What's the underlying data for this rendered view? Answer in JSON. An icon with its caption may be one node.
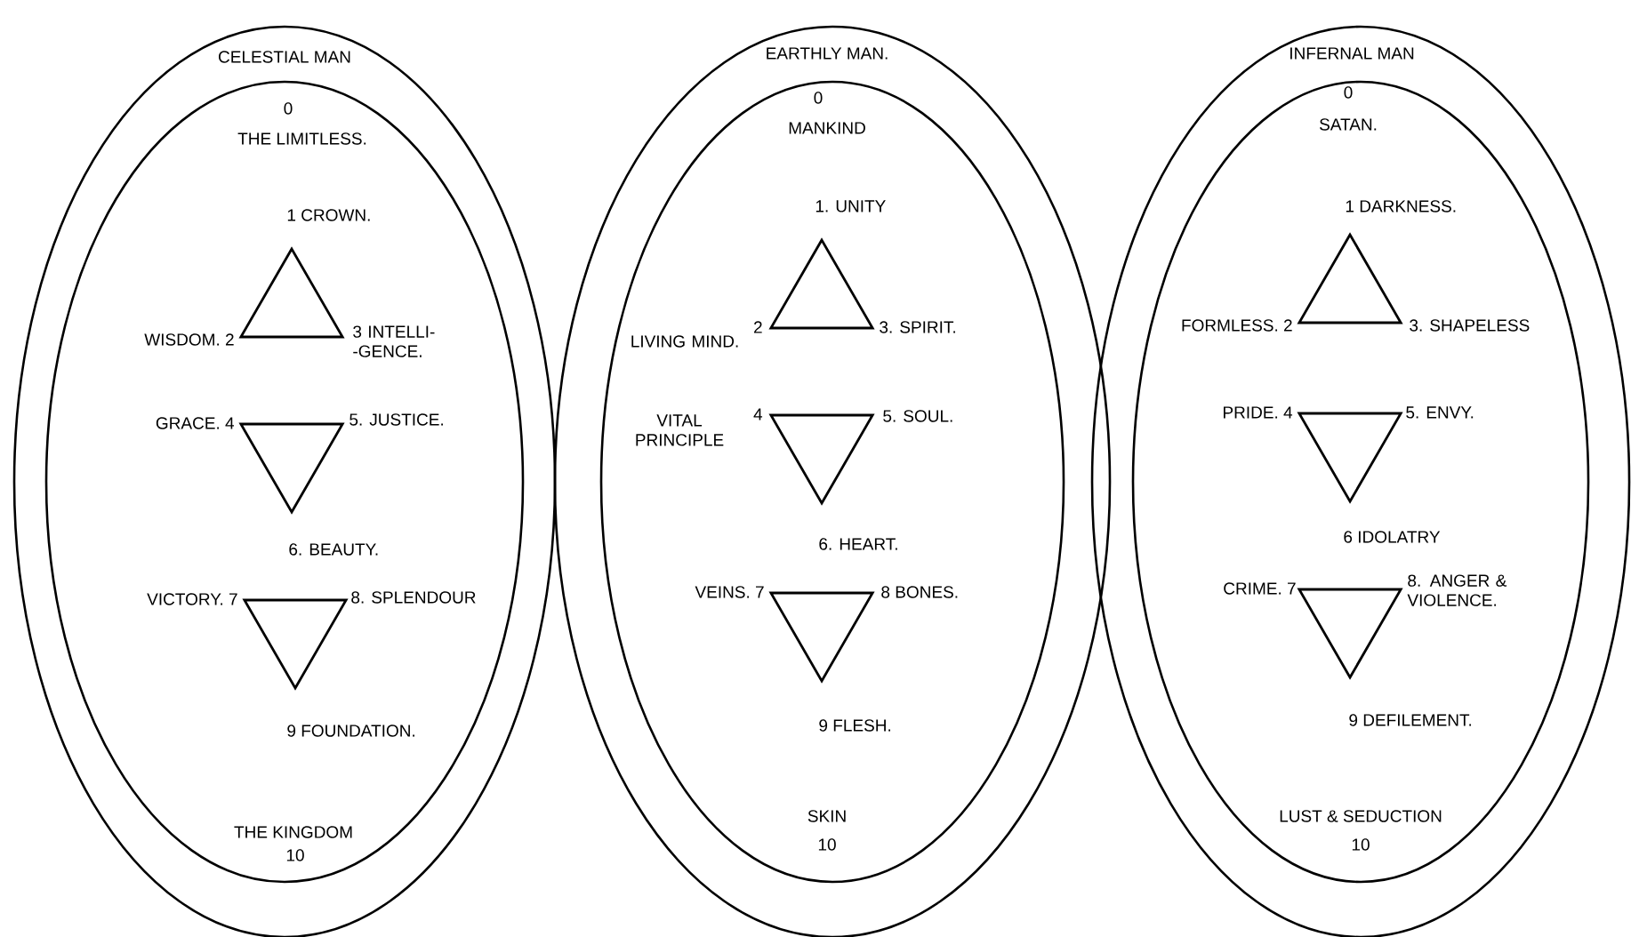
{
  "diagram": {
    "nodes": [
      {
        "text": [
          "CELESTIAL MAN"
        ]
      },
      {
        "text": [
          "0",
          "THE LIMITLESS.",
          "THE KINGDOM",
          "10"
        ],
        "in": 0
      },
      {
        "text": [
          "1 CROWN.",
          "WISDOM. 2",
          "3 INTELLI- -GENCE."
        ],
        "in": 1
      },
      {
        "text": [
          "GRACE. 4",
          "5. JUSTICE.",
          "6. BEAUTY."
        ],
        "in": 1
      },
      {
        "text": [
          "VICTORY. 7",
          "8. SPLENDOUR",
          "9 FOUNDATION."
        ],
        "in": 1
      },
      {
        "text": [
          "EARTHLY MAN."
        ]
      },
      {
        "text": [
          "0",
          "MANKIND",
          "SKIN",
          "10"
        ],
        "in": 5
      },
      {
        "text": [
          "1. UNITY",
          "LIVING MIND.",
          "2",
          "3. SPIRIT."
        ],
        "in": 6
      },
      {
        "text": [
          "VITAL PRINCIPLE",
          "4",
          "5. SOUL.",
          "6. HEART."
        ],
        "in": 6
      },
      {
        "text": [
          "VEINS. 7",
          "8 BONES.",
          "9 FLESH."
        ],
        "in": 6
      },
      {
        "text": [
          "INFERNAL MAN"
        ]
      },
      {
        "text": [
          "0",
          "SATAN.",
          "LUST & SEDUCTION",
          "10"
        ],
        "in": 10
      },
      {
        "text": [
          "1 DARKNESS.",
          "FORMLESS. 2",
          "3. SHAPELESS"
        ],
        "in": 11
      },
      {
        "text": [
          "PRIDE. 4",
          "5. ENVY.",
          "6 IDOLATRY"
        ],
        "in": 11
      },
      {
        "text": [
          "CRIME. 7",
          "8. ANGER & VIOLENCE.",
          "9 DEFILEMENT."
        ],
        "in": 11
      }
    ]
  }
}
